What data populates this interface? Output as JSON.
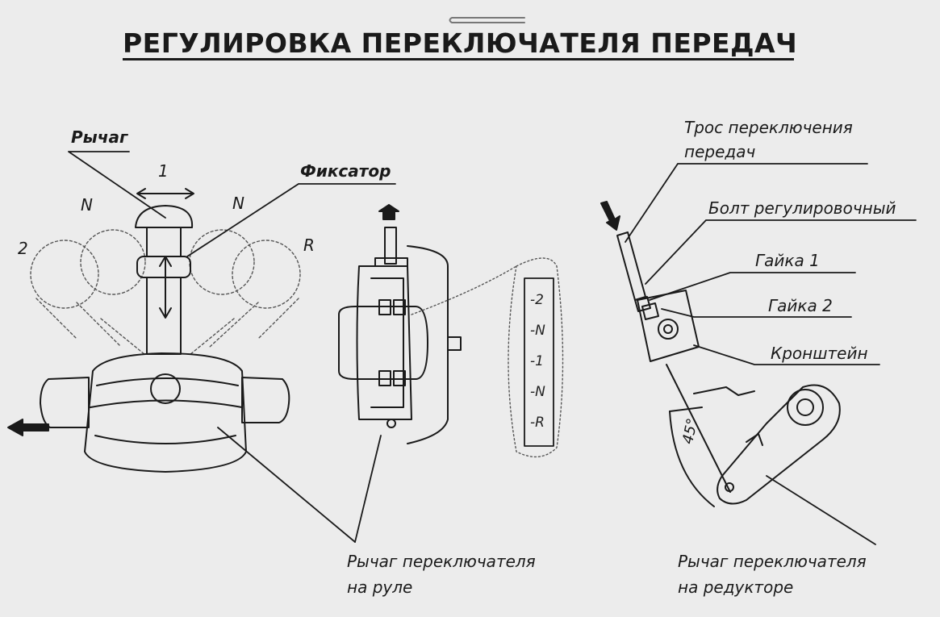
{
  "title": "РЕГУЛИРОВКА ПЕРЕКЛЮЧАТЕЛЯ ПЕРЕДАЧ",
  "labels": {
    "lever": "Рычаг",
    "latch": "Фиксатор",
    "steering_lever_line1": "Рычаг переключателя",
    "steering_lever_line2": "на руле",
    "cable_line1": "Трос переключения",
    "cable_line2": "передач",
    "adjust_bolt": "Болт регулировочный",
    "nut1": "Гайка 1",
    "nut2": "Гайка 2",
    "bracket": "Кронштейн",
    "reducer_lever_line1": "Рычаг переключателя",
    "reducer_lever_line2": "на редукторе"
  },
  "positions": {
    "p2": "2",
    "p1": "1",
    "pN_left": "N",
    "pN_right": "N",
    "pR": "R"
  },
  "scale": [
    "-2",
    "-N",
    "-1",
    "-N",
    "-R"
  ],
  "angle": "45°",
  "colors": {
    "ink": "#1a1a1a",
    "paper": "#ececec"
  }
}
